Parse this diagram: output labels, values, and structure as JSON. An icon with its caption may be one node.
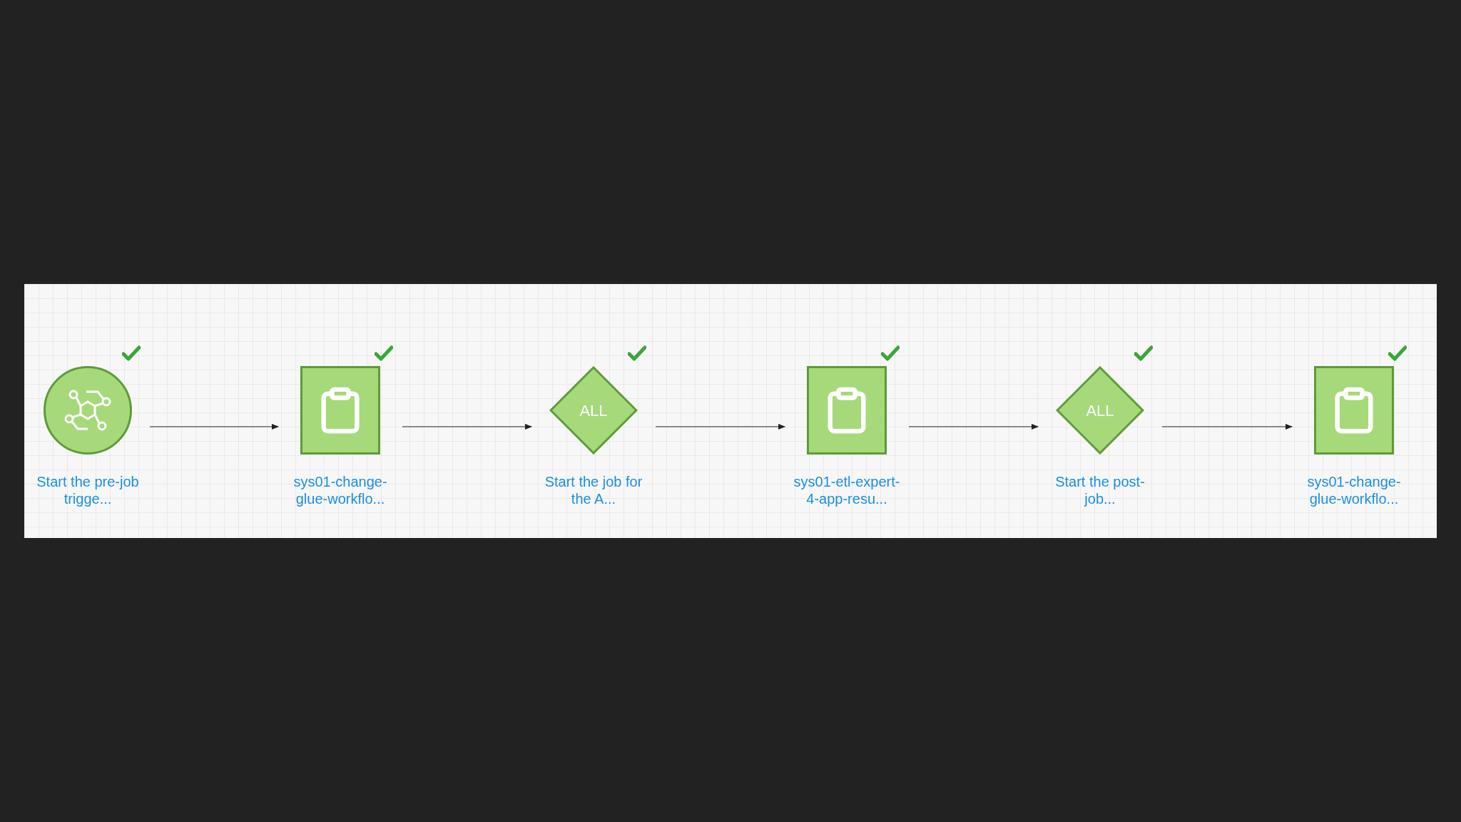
{
  "diagram": {
    "nodes": [
      {
        "text": [
          "Start the pre-job trigge..."
        ]
      },
      {
        "text": [
          "sys01-change-glue-workflo..."
        ]
      },
      {
        "text": [
          "ALL",
          "Start the job for the A..."
        ]
      },
      {
        "text": [
          "sys01-etl-expert-4-app-resu..."
        ]
      },
      {
        "text": [
          "ALL",
          "Start the post-job..."
        ]
      },
      {
        "text": [
          "sys01-change-glue-workflo..."
        ]
      }
    ],
    "edges": [
      {
        "from": 0,
        "to": 1,
        "arrow": "to"
      },
      {
        "from": 1,
        "to": 2,
        "arrow": "to"
      },
      {
        "from": 2,
        "to": 3,
        "arrow": "to"
      },
      {
        "from": 3,
        "to": 4,
        "arrow": "to"
      },
      {
        "from": 4,
        "to": 5,
        "arrow": "to"
      }
    ]
  }
}
